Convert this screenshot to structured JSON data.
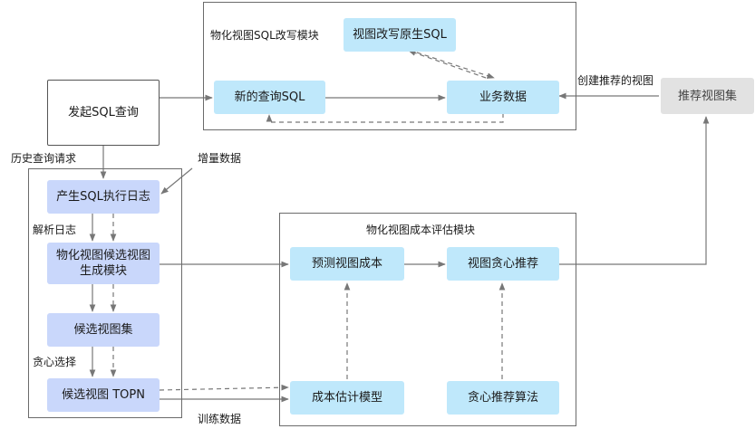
{
  "modules": {
    "rewrite": "物化视图SQL改写模块",
    "cost": "物化视图成本评估模块"
  },
  "nodes": {
    "rewrite_native": "视图改写原生SQL",
    "new_query": "新的查询SQL",
    "business_data": "业务数据",
    "initiate_query": "发起SQL查询",
    "recommended_views": "推荐视图集",
    "gen_log": "产生SQL执行日志",
    "candidate_gen": "物化视图候选视图\n生成模块",
    "candidate_set": "候选视图集",
    "candidate_topn": "候选视图 TOPN",
    "predict_cost": "预测视图成本",
    "greedy_recommend": "视图贪心推荐",
    "cost_model": "成本估计模型",
    "greedy_algo": "贪心推荐算法"
  },
  "labels": {
    "create_views": "创建推荐的视图",
    "history_request": "历史查询请求",
    "incremental": "增量数据",
    "parse_log": "解析日志",
    "greedy_select": "贪心选择",
    "training_data": "训练数据"
  }
}
